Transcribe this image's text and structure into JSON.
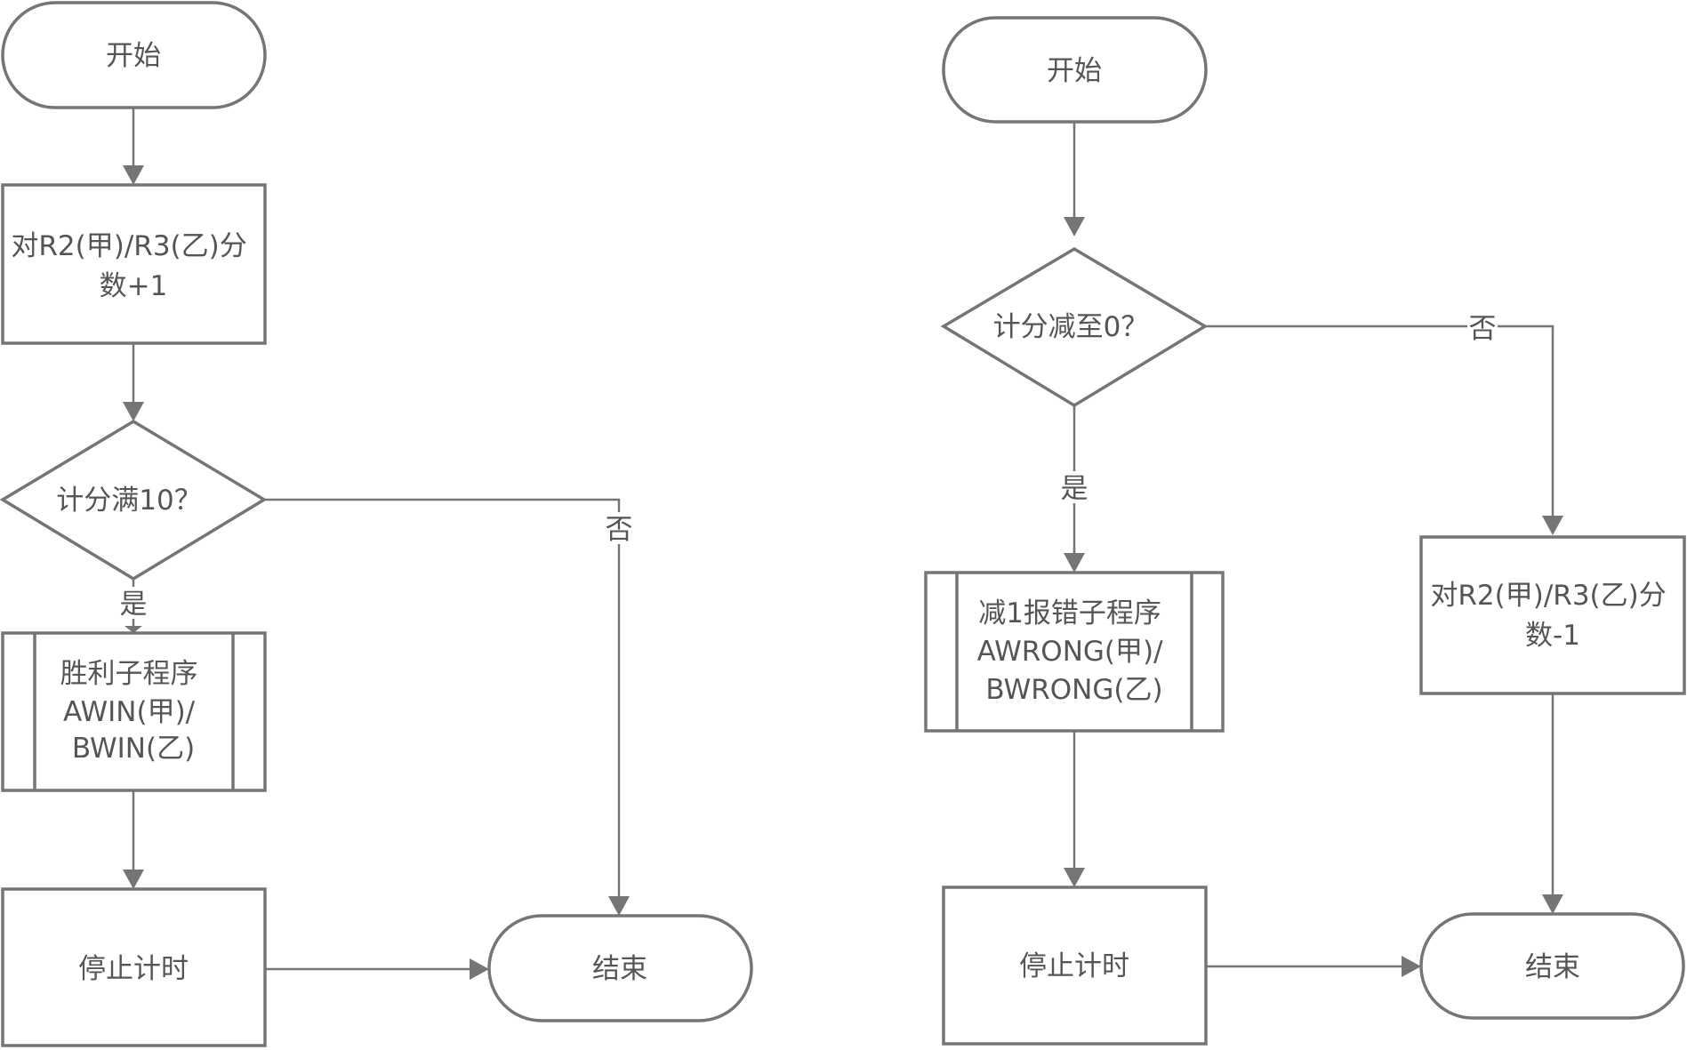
{
  "left_flow": {
    "start": "开始",
    "add_score": [
      "对R2(甲)/R3(乙)分",
      "数+1"
    ],
    "check_full": "计分满10？",
    "yes_label": "是",
    "no_label": "否",
    "win_subroutine": [
      "胜利子程序",
      "AWIN(甲)/",
      "BWIN(乙)"
    ],
    "stop_timer": "停止计时",
    "end": "结束"
  },
  "right_flow": {
    "start": "开始",
    "check_zero": "计分减至0？",
    "yes_label": "是",
    "no_label": "否",
    "error_subroutine": [
      "减1报错子程序",
      "AWRONG(甲)/",
      "BWRONG(乙)"
    ],
    "sub_score": [
      "对R2(甲)/R3(乙)分",
      "数-1"
    ],
    "stop_timer": "停止计时",
    "end": "结束"
  },
  "colors": {
    "stroke": "#757575",
    "text": "#555555",
    "background": "#ffffff"
  }
}
